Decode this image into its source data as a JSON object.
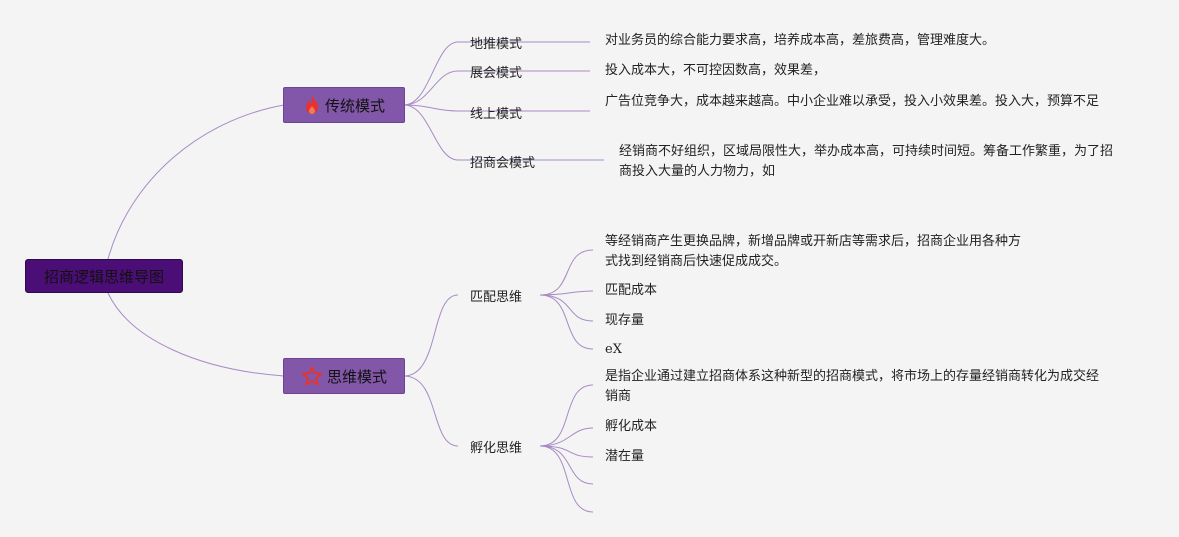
{
  "root": {
    "label": "招商逻辑思维导图"
  },
  "branches": [
    {
      "label": "传统模式",
      "icon": "fire-icon",
      "children": [
        {
          "label": "地推模式",
          "details": [
            "对业务员的综合能力要求高，培养成本高，差旅费高，管理难度大。"
          ]
        },
        {
          "label": "展会模式",
          "details": [
            "投入成本大，不可控因数高，效果差，"
          ]
        },
        {
          "label": "线上模式",
          "details": [
            "广告位竞争大，成本越来越高。中小企业难以承受，投入小效果差。投入大，预算不足"
          ]
        },
        {
          "label": "招商会模式",
          "details": [
            "经销商不好组织，区域局限性大，举办成本高，可持续时间短。筹备工作繁重，为了招商投入大量的人力物力，如"
          ]
        }
      ]
    },
    {
      "label": "思维模式",
      "icon": "star-icon",
      "children": [
        {
          "label": "匹配思维",
          "details": [
            "等经销商产生更换品牌，新增品牌或开新店等需求后，招商企业用各种方式找到经销商后快速促成成交。",
            "匹配成本",
            "现存量",
            "eX"
          ]
        },
        {
          "label": "孵化思维",
          "details": [
            "是指企业通过建立招商体系这种新型的招商模式，将市场上的存量经销商转化为成交经销商",
            "孵化成本",
            "潜在量",
            "",
            ""
          ]
        }
      ]
    }
  ],
  "colors": {
    "root_fill": "#4b0d76",
    "branch_fill": "#8256a8",
    "connector": "#a78bc4",
    "fire": "#e8322c",
    "star_outline": "#e8322c"
  }
}
